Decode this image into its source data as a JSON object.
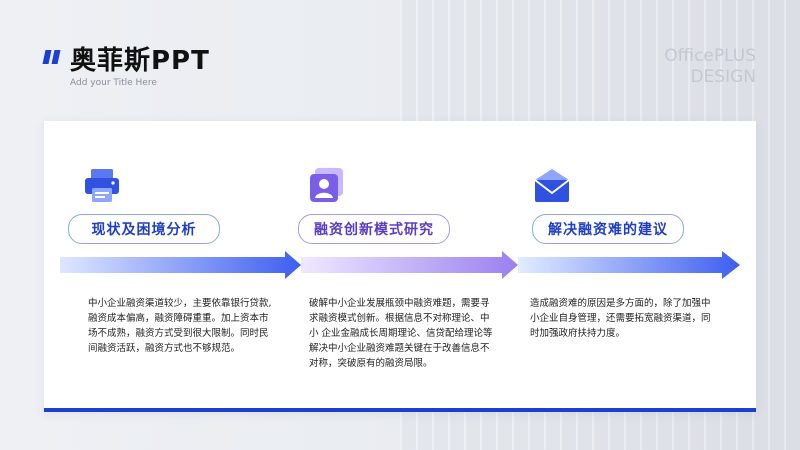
{
  "header": {
    "title": "奥菲斯PPT",
    "subtitle": "Add your Title Here",
    "watermark_line1": "OfficePLUS",
    "watermark_line2": "DESIGN"
  },
  "colors": {
    "accent": "#1d3fcf",
    "blue_start": "#bcd0ff",
    "blue_end": "#3d5ef0",
    "purple": "#9a7ff0"
  },
  "steps": [
    {
      "icon": "printer-icon",
      "title": "现状及困境分析",
      "desc_lines": [
        "中小企业融资渠道较少，主要依靠银行贷款,",
        "融资成本偏高，融资障碍重重。加上资本市",
        "场不成熟，融资方式受到很大限制。同时民",
        "间融资活跃，融资方式也不够规范。"
      ]
    },
    {
      "icon": "user-card-icon",
      "title": "融资创新模式研究",
      "desc_lines": [
        "破解中小企业发展瓶颈中融资难题，需要寻",
        "求融资模式创新。根据信息不对称理论、中",
        "小  企业金融成长周期理论、信贷配给理论等",
        "解决中小企业融资难题关键在于改善信息不",
        "对称，突破原有的融资局限。"
      ]
    },
    {
      "icon": "envelope-icon",
      "title": "解决融资难的建议",
      "desc_lines": [
        "造成融资难的原因是多方面的，除了加强中",
        "小企业自身管理，还需要拓宽融资渠道，同",
        "时加强政府扶持力度。"
      ]
    }
  ]
}
